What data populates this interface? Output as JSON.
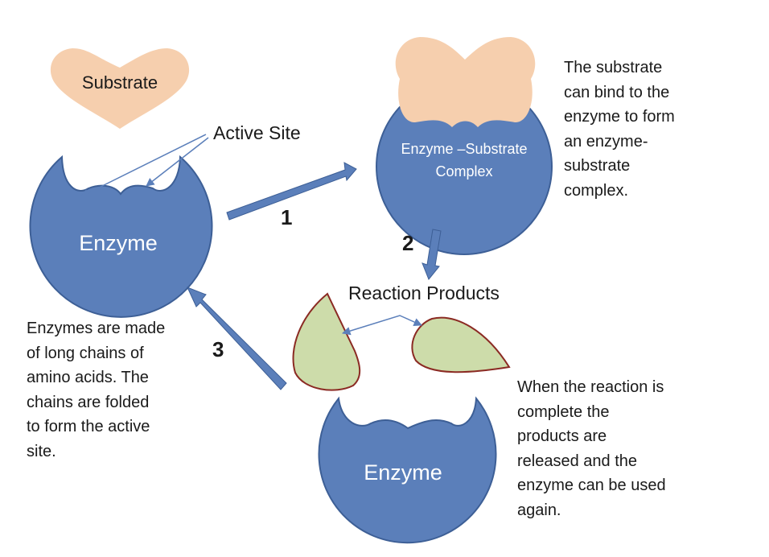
{
  "labels": {
    "substrate": "Substrate",
    "active_site": "Active Site",
    "enzyme_left": "Enzyme",
    "complex_line1": "Enzyme –Substrate",
    "complex_line2": "Complex",
    "reaction_products": "Reaction Products",
    "enzyme_bottom": "Enzyme"
  },
  "steps": [
    "1",
    "2",
    "3"
  ],
  "notes": {
    "enzymes_made": "Enzymes are made\nof long chains of\namino acids.  The\nchains are folded\nto form the active\nsite.",
    "substrate_bind": "The substrate\ncan bind to the\nenzyme to form\nan enzyme-\nsubstrate\ncomplex.",
    "reaction_complete": "When the reaction is\ncomplete the\nproducts are\nreleased and the\nenzyme can be used\nagain."
  },
  "colors": {
    "enzyme": "#5b7fba",
    "enzyme_stroke": "#3d5f96",
    "substrate": "#f6cfae",
    "product": "#cddcaa",
    "product_stroke": "#8b2a23",
    "arrow": "#5b7fba"
  }
}
